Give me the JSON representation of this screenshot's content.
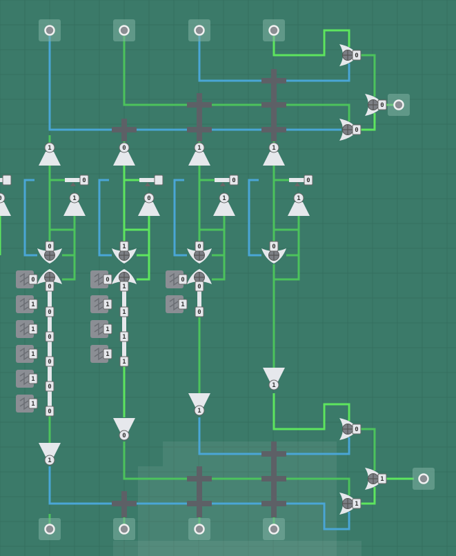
{
  "game": {
    "palette": {
      "background": "#3b7a69",
      "grid_line": "#35705f",
      "wire_blue": "#4aa6d6",
      "wire_green_on": "#5ee55e",
      "wire_green": "#4cc35c",
      "bus": "#5d6066",
      "component": "#e6e8ec",
      "delay_box": "#8b8e94",
      "pin_tile": "#7fb0a3"
    },
    "input_pin_count": 4,
    "columns": [
      {
        "top_buffer": "1",
        "switch": "0",
        "small_buffer": "1",
        "gate_top": "0",
        "gate_bottom": "0",
        "delay_inputs": [
          "0",
          "1",
          "1",
          "1",
          "1",
          "1"
        ],
        "chain": [
          "0",
          "0",
          "0",
          "0",
          "0",
          "0"
        ],
        "bottom_buffer": "1"
      },
      {
        "top_buffer": "0",
        "switch": "",
        "small_buffer": "0",
        "gate_top": "1",
        "gate_bottom": "1",
        "delay_inputs": [
          "0",
          "1",
          "1",
          "1"
        ],
        "chain": [
          "1",
          "1",
          "1",
          "1"
        ],
        "bottom_buffer": "0"
      },
      {
        "top_buffer": "1",
        "switch": "0",
        "small_buffer": "1",
        "gate_top": "0",
        "gate_bottom": "0",
        "delay_inputs": [
          "0",
          "1"
        ],
        "chain": [
          "0",
          "0"
        ],
        "bottom_buffer": "1"
      },
      {
        "top_buffer": "1",
        "switch": "0",
        "small_buffer": "1",
        "gate_top": "0",
        "gate_bottom": null,
        "delay_inputs": [],
        "chain": [],
        "bottom_buffer": "1"
      }
    ],
    "left_partial": {
      "switch_visible": true,
      "buffer": "0"
    },
    "top_logic": {
      "gate_upper": "0",
      "gate_lower": "0",
      "gate_output": "0"
    },
    "bottom_logic": {
      "gate_upper": "0",
      "gate_lower": "1",
      "gate_output": "1"
    }
  }
}
